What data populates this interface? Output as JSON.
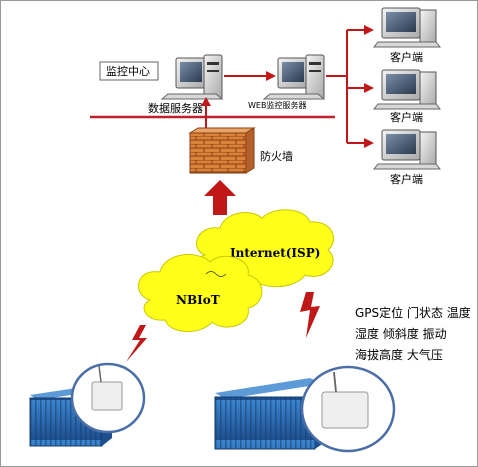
{
  "monitor_center": {
    "label": "监控中心"
  },
  "data_server": {
    "label": "数据服务器"
  },
  "web_server": {
    "label": "WEB监控服务器"
  },
  "clients": [
    {
      "label": "客户端"
    },
    {
      "label": "客户端"
    },
    {
      "label": "客户端"
    }
  ],
  "firewall": {
    "label": "防火墙"
  },
  "internet": {
    "label": "Internet(ISP)"
  },
  "nbiot": {
    "label": "NBIoT"
  },
  "sensors": {
    "lines": [
      "GPS定位 门状态 温度",
      "湿度 倾斜度 振动",
      "海拔高度 大气压"
    ]
  },
  "colors": {
    "network_line": "#c0202a",
    "cloud": "#ffff1a",
    "container": "#2f6fb8",
    "firewall": "#d9823a",
    "arrow": "#c01818",
    "circle": "#4a6fa8"
  }
}
